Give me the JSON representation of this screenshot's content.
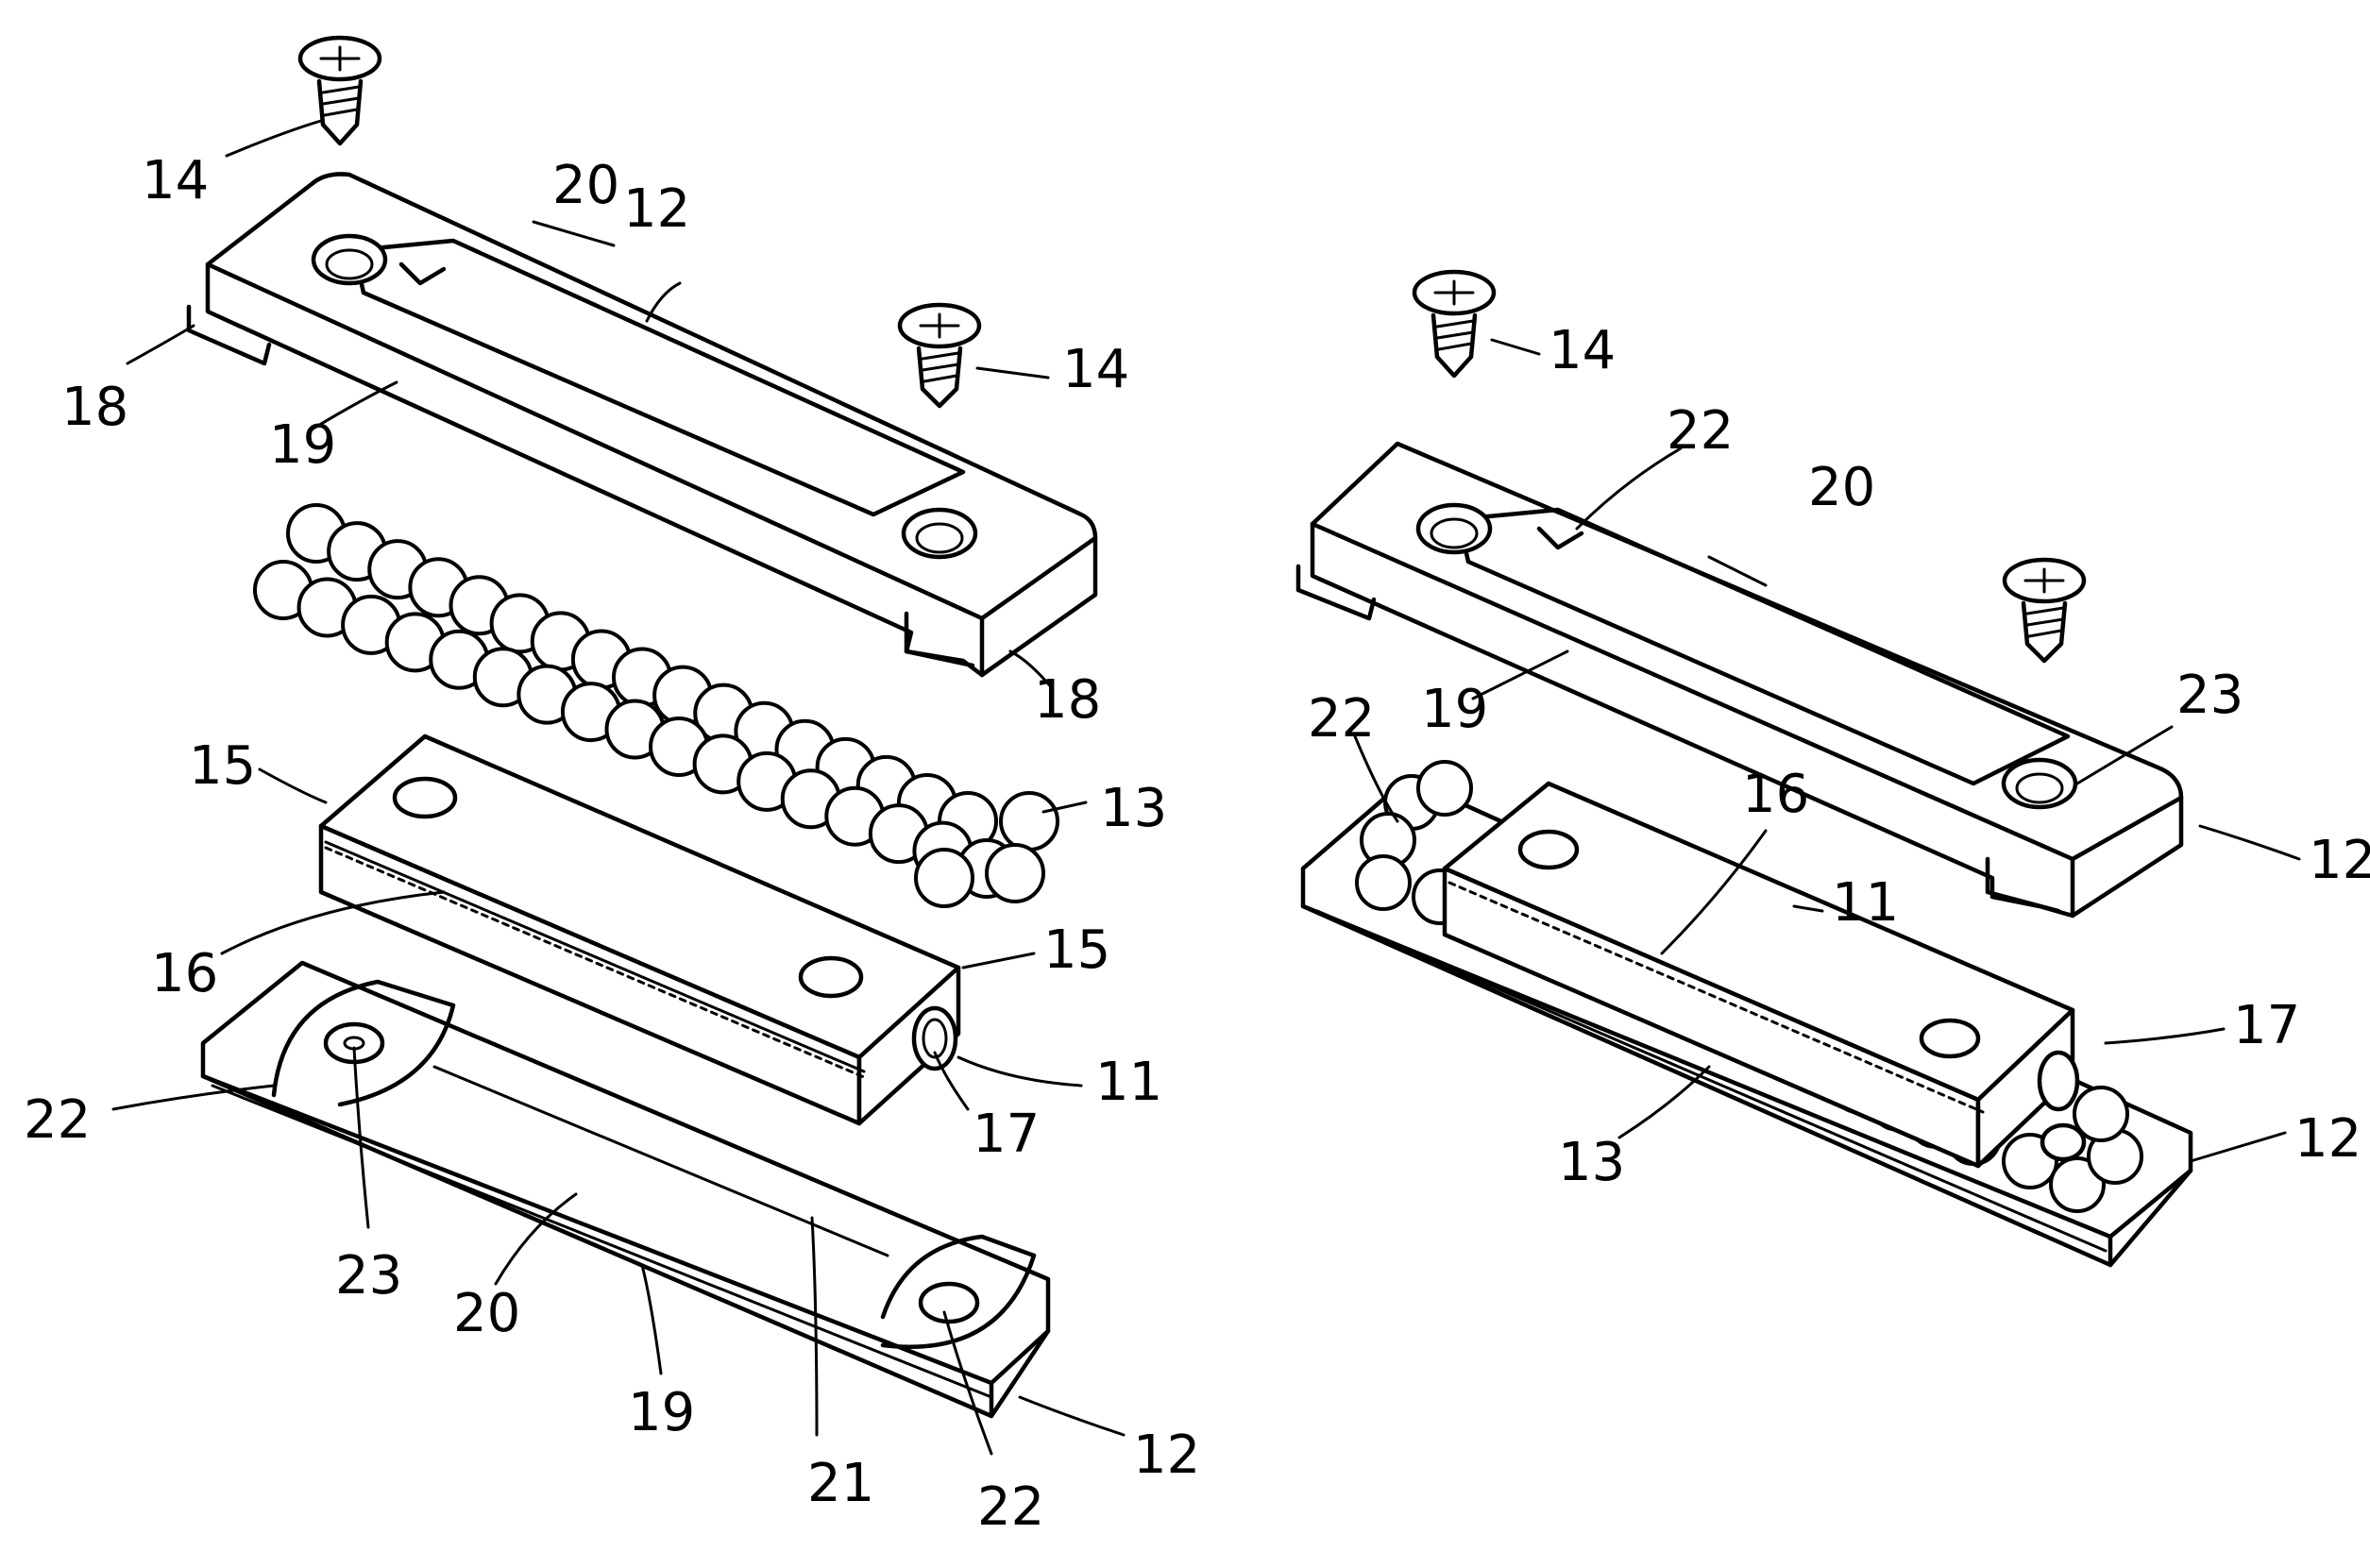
{
  "labels": {
    "n11": "11",
    "n12": "12",
    "n13": "13",
    "n14": "14",
    "n15": "15",
    "n16": "16",
    "n17": "17",
    "n18": "18",
    "n19": "19",
    "n20": "20",
    "n21": "21",
    "n22": "22",
    "n23": "23"
  }
}
